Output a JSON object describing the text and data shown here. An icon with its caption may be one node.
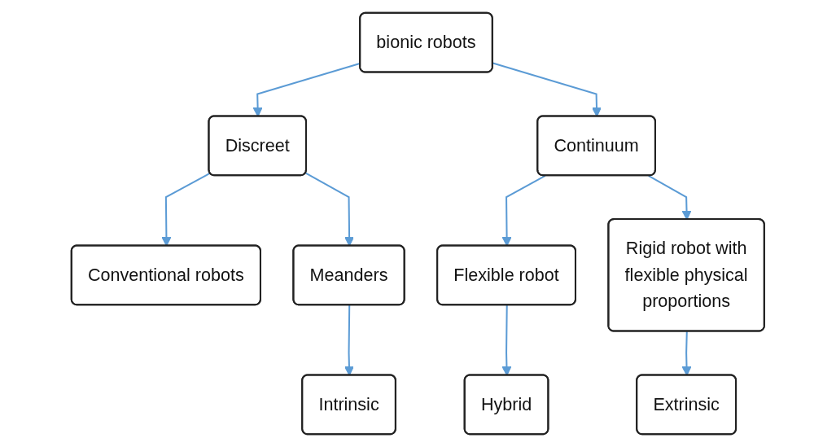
{
  "diagram": {
    "nodes": [
      {
        "text": [
          "bionic robots"
        ]
      },
      {
        "text": [
          "Discreet"
        ]
      },
      {
        "text": [
          "Continuum"
        ]
      },
      {
        "text": [
          "Conventional robots"
        ]
      },
      {
        "text": [
          "Meanders"
        ]
      },
      {
        "text": [
          "Flexible robot"
        ]
      },
      {
        "text": [
          "Rigid robot with flexible physical proportions"
        ]
      },
      {
        "text": [
          "Intrinsic"
        ]
      },
      {
        "text": [
          "Hybrid"
        ]
      },
      {
        "text": [
          "Extrinsic"
        ]
      }
    ],
    "edges": [
      {
        "from": 0,
        "to": 1,
        "arrow": "to"
      },
      {
        "from": 0,
        "to": 2,
        "arrow": "to"
      },
      {
        "from": 1,
        "to": 3,
        "arrow": "to"
      },
      {
        "from": 1,
        "to": 4,
        "arrow": "to"
      },
      {
        "from": 2,
        "to": 5,
        "arrow": "to"
      },
      {
        "from": 2,
        "to": 6,
        "arrow": "to"
      },
      {
        "from": 4,
        "to": 7,
        "arrow": "to"
      },
      {
        "from": 5,
        "to": 8,
        "arrow": "to"
      },
      {
        "from": 6,
        "to": 9,
        "arrow": "to"
      }
    ]
  }
}
